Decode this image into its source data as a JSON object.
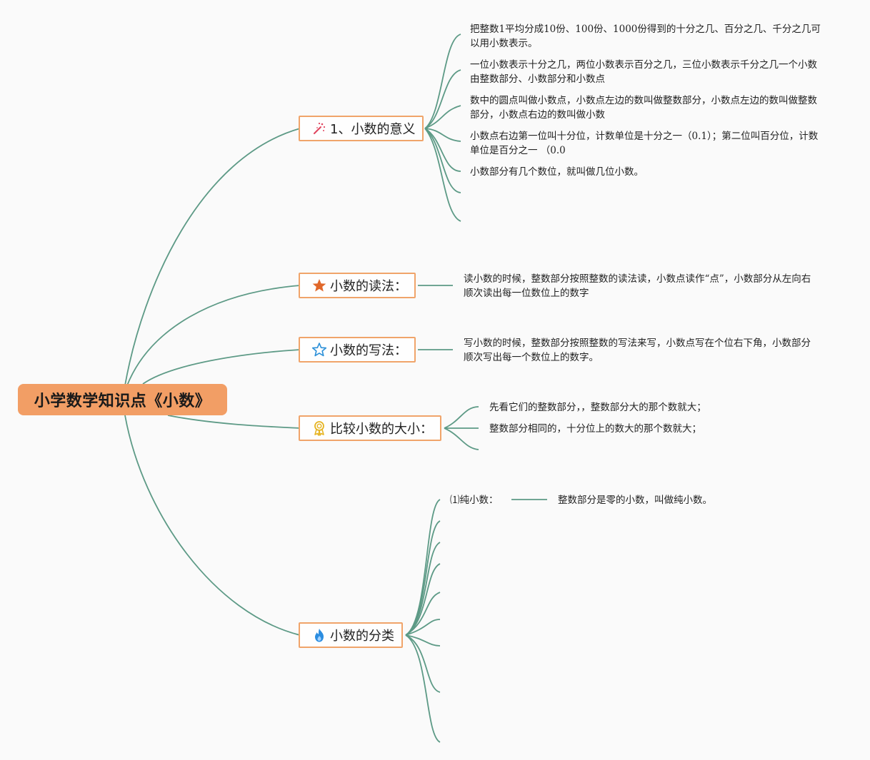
{
  "root": {
    "title": "小学数学知识点《小数》"
  },
  "topics": {
    "meaning": {
      "label": "1、小数的意义",
      "icon": "magic-wand-icon",
      "details": [
        "把整数1平均分成10份、100份、1000份得到的十分之几、百分之几、千分之几可以用小数表示。",
        "一位小数表示十分之几，两位小数表示百分之几，三位小数表示千分之几一个小数由整数部分、小数部分和小数点",
        "数中的圆点叫做小数点，小数点左边的数叫做整数部分，小数点左边的数叫做整数部分，小数点右边的数叫做小数",
        "小数点右边第一位叫十分位，计数单位是十分之一（0.1）；第二位叫百分位，计数单位是百分之一 （0.0",
        "小数部分有几个数位，就叫做几位小数。"
      ]
    },
    "reading": {
      "label": "小数的读法：",
      "icon": "star-filled-icon",
      "detail": "读小数的时候，整数部分按照整数的读法读，小数点读作“点”，小数部分从左向右顺次读出每一位数位上的数字"
    },
    "writing": {
      "label": "小数的写法：",
      "icon": "star-outline-icon",
      "detail": "写小数的时候，整数部分按照整数的写法来写，小数点写在个位右下角，小数部分顺次写出每一个数位上的数字。"
    },
    "compare": {
      "label": "比较小数的大小：",
      "icon": "award-ribbon-icon",
      "details": [
        "先看它们的整数部分，，整数部分大的那个数就大；",
        "整数部分相同的，十分位上的数大的那个数就大；"
      ]
    },
    "classify": {
      "label": "小数的分类",
      "icon": "flame-icon",
      "sub": {
        "label": "⑴纯小数：",
        "detail": "整数部分是零的小数，叫做纯小数。"
      }
    }
  },
  "colors": {
    "line": "#5d9a86",
    "root_fill": "#f29e65",
    "topic_border": "#f0a46a",
    "background": "#fafafa"
  }
}
